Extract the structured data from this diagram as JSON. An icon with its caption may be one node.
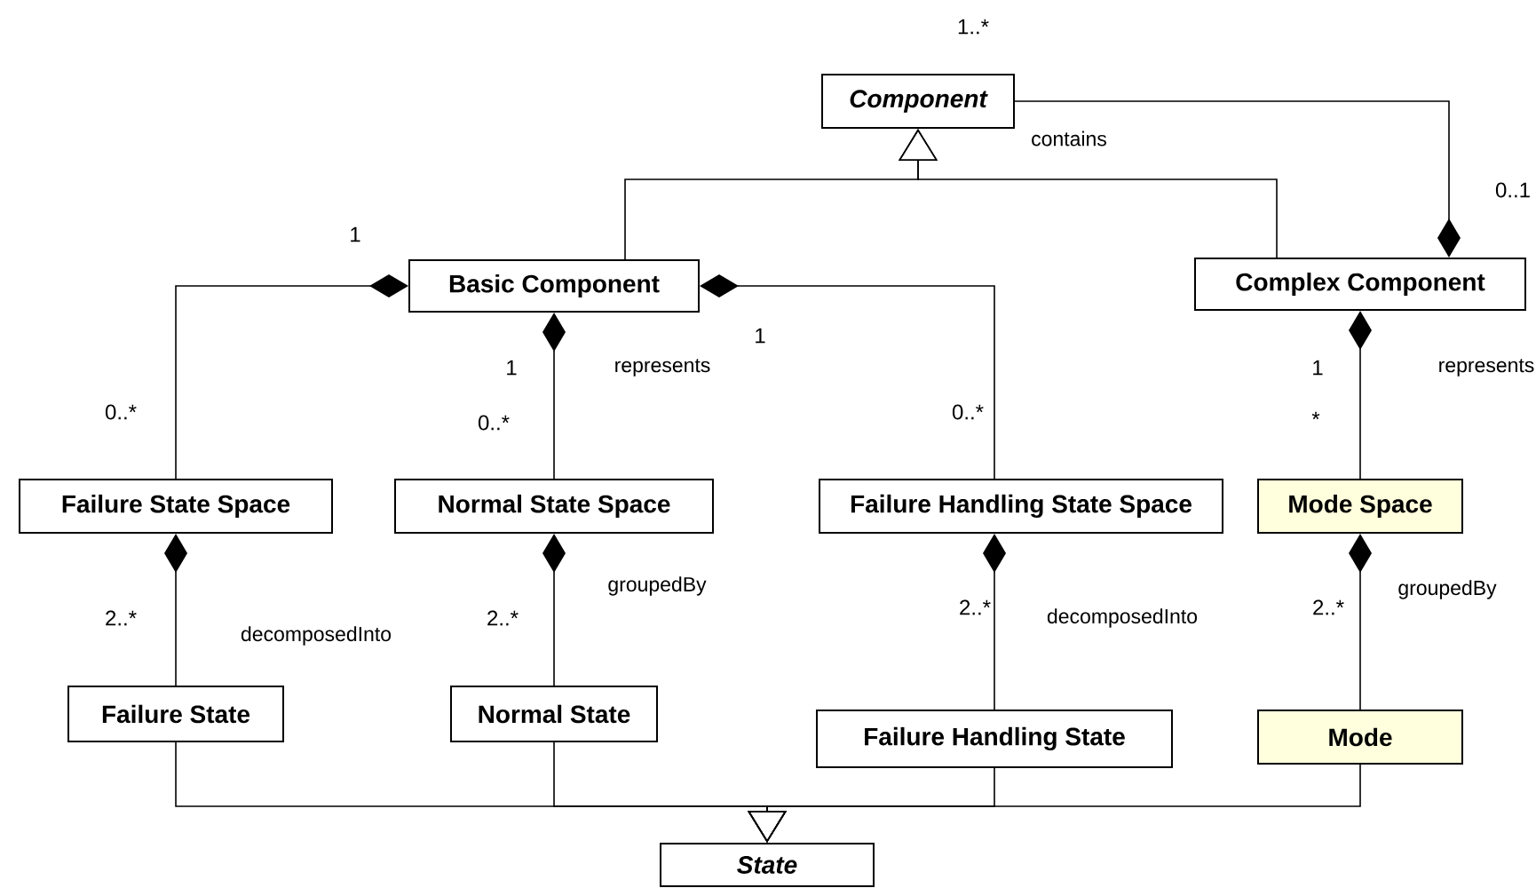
{
  "diagram": {
    "nodes": [
      {
        "text": [
          "Component"
        ]
      },
      {
        "text": [
          "Basic Component"
        ]
      },
      {
        "text": [
          "Complex Component"
        ]
      },
      {
        "text": [
          "Failure State Space"
        ]
      },
      {
        "text": [
          "Normal State Space"
        ]
      },
      {
        "text": [
          "Failure Handling State Space"
        ]
      },
      {
        "text": [
          "Mode Space"
        ]
      },
      {
        "text": [
          "Failure State"
        ]
      },
      {
        "text": [
          "Normal State"
        ]
      },
      {
        "text": [
          "Failure Handling State"
        ]
      },
      {
        "text": [
          "Mode"
        ]
      },
      {
        "text": [
          "State"
        ]
      }
    ],
    "edges": [
      {
        "from": 1,
        "to": 0,
        "arrow": "to"
      },
      {
        "from": 2,
        "to": 0,
        "arrow": "to"
      },
      {
        "from": 2,
        "to": 0,
        "arrow": "other",
        "label": "contains"
      },
      {
        "from": 1,
        "to": 3,
        "arrow": "other"
      },
      {
        "from": 1,
        "to": 4,
        "arrow": "other",
        "label": "represents"
      },
      {
        "from": 1,
        "to": 5,
        "arrow": "other"
      },
      {
        "from": 2,
        "to": 6,
        "arrow": "other",
        "label": "represents"
      },
      {
        "from": 3,
        "to": 7,
        "arrow": "other",
        "label": "decomposedInto"
      },
      {
        "from": 4,
        "to": 8,
        "arrow": "other",
        "label": "groupedBy"
      },
      {
        "from": 5,
        "to": 9,
        "arrow": "other",
        "label": "decomposedInto"
      },
      {
        "from": 6,
        "to": 10,
        "arrow": "other",
        "label": "groupedBy"
      },
      {
        "from": 7,
        "to": 11,
        "arrow": "to"
      },
      {
        "from": 8,
        "to": 11,
        "arrow": "to"
      },
      {
        "from": 9,
        "to": 11,
        "arrow": "to"
      },
      {
        "from": 10,
        "to": 11,
        "arrow": "to"
      }
    ],
    "labels": [
      "1..*",
      "0..1",
      "1",
      "1",
      "1",
      "1",
      "0..*",
      "0..*",
      "0..*",
      "*",
      "2..*",
      "2..*",
      "2..*",
      "2..*"
    ]
  }
}
